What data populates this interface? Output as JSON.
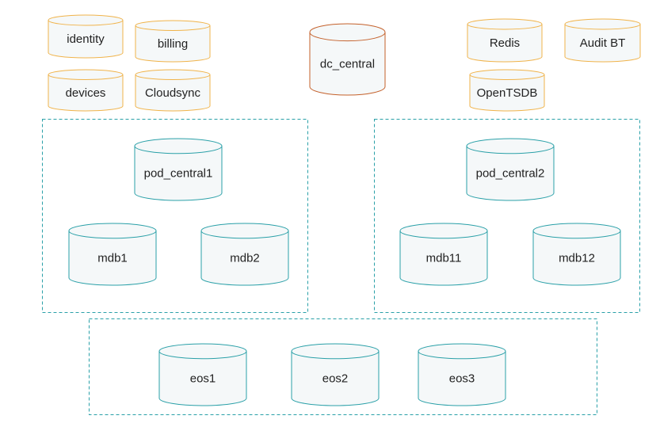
{
  "colors": {
    "orange": "#f0b34a",
    "dark_orange": "#c4602a",
    "teal": "#2aa0a8",
    "fill_light": "#f5f8f9",
    "text": "#222222"
  },
  "groups": [
    {
      "name": "pod1-group"
    },
    {
      "name": "pod2-group"
    },
    {
      "name": "eos-group"
    }
  ],
  "databases": [
    {
      "id": "identity",
      "label": "identity",
      "color": "orange"
    },
    {
      "id": "billing",
      "label": "billing",
      "color": "orange"
    },
    {
      "id": "devices",
      "label": "devices",
      "color": "orange"
    },
    {
      "id": "cloudsync",
      "label": "Cloudsync",
      "color": "orange"
    },
    {
      "id": "dc-central",
      "label": "dc_central",
      "color": "dark_orange"
    },
    {
      "id": "redis",
      "label": "Redis",
      "color": "orange"
    },
    {
      "id": "audit-bt",
      "label": "Audit BT",
      "color": "orange"
    },
    {
      "id": "opentsdb",
      "label": "OpenTSDB",
      "color": "orange"
    },
    {
      "id": "pod-central1",
      "label": "pod_central1",
      "color": "teal"
    },
    {
      "id": "mdb1",
      "label": "mdb1",
      "color": "teal"
    },
    {
      "id": "mdb2",
      "label": "mdb2",
      "color": "teal"
    },
    {
      "id": "pod-central2",
      "label": "pod_central2",
      "color": "teal"
    },
    {
      "id": "mdb11",
      "label": "mdb11",
      "color": "teal"
    },
    {
      "id": "mdb12",
      "label": "mdb12",
      "color": "teal"
    },
    {
      "id": "eos1",
      "label": "eos1",
      "color": "teal"
    },
    {
      "id": "eos2",
      "label": "eos2",
      "color": "teal"
    },
    {
      "id": "eos3",
      "label": "eos3",
      "color": "teal"
    }
  ]
}
